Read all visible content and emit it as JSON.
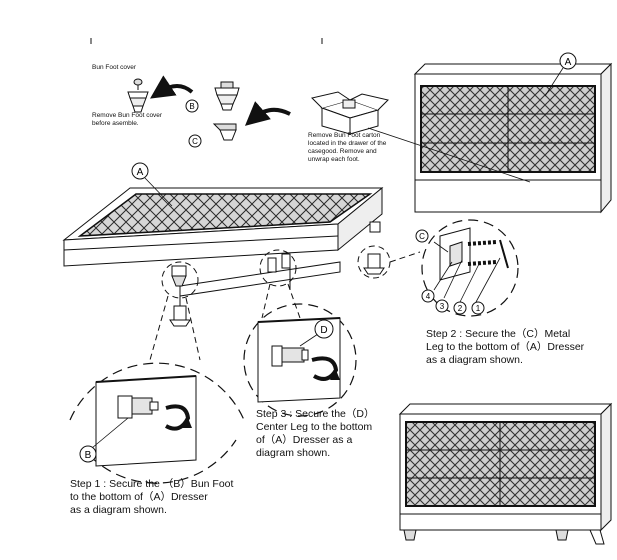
{
  "labels": {
    "bun_foot_cover": "Bun Foot cover",
    "remove_cover": "Remove Bun Foot cover\nbefore asemble.",
    "remove_carton": "Remove Bun Foot carton\nlocated in the drawer of the\ncasegood. Remove and\nunwrap each foot.",
    "letter_a": "A",
    "letter_b": "B",
    "letter_c": "C",
    "letter_d": "D",
    "num_1": "1",
    "num_2": "2",
    "num_3": "3",
    "num_4": "4"
  },
  "steps": {
    "step1": "Step 1 : Secure the （B）Bun Foot\nto the bottom of（A）Dresser\nas a diagram shown.",
    "step2": "Step 2 : Secure the（C）Metal\nLeg to the bottom of（A）Dresser\nas a diagram shown.",
    "step3": "Step 3 : Secure the（D）\nCenter Leg to the bottom\nof（A）Dresser as a\ndiagram shown."
  }
}
